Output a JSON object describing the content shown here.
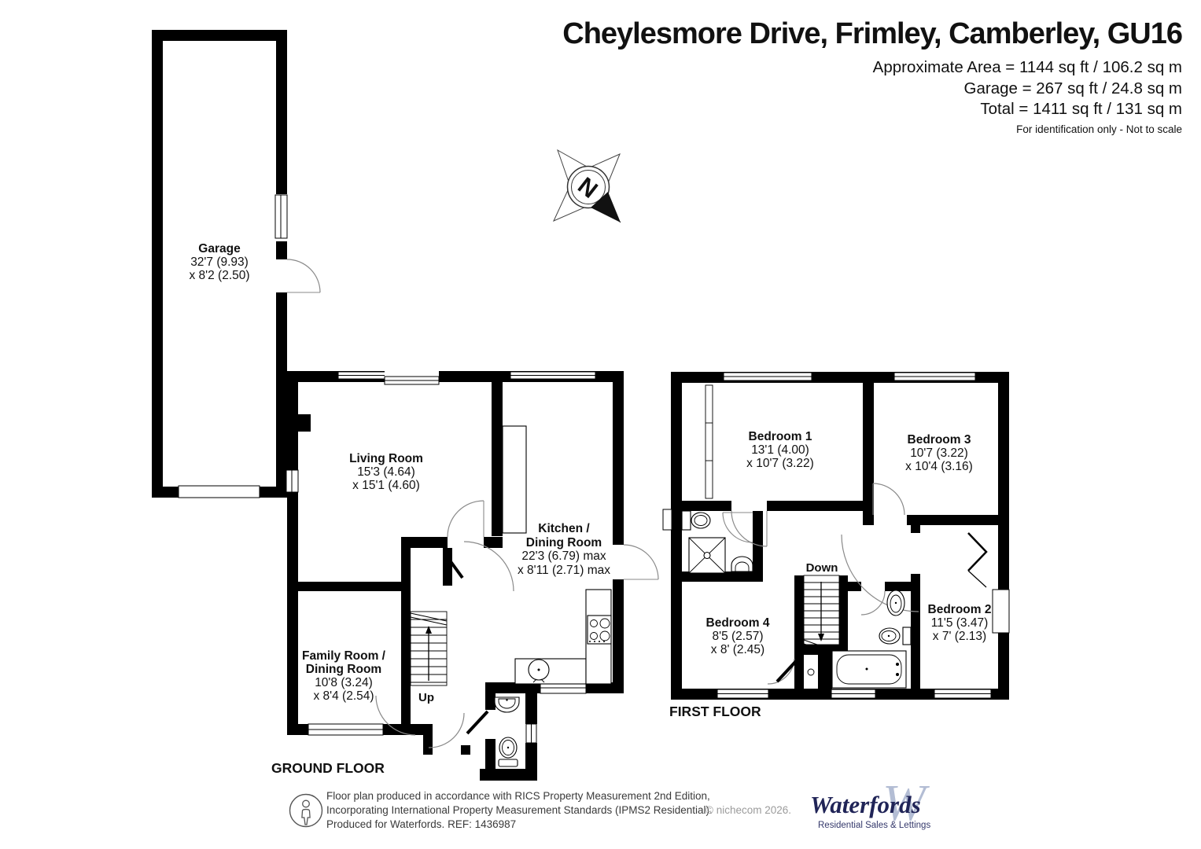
{
  "header": {
    "title": "Cheylesmore Drive, Frimley, Camberley, GU16",
    "area_line1": "Approximate Area = 1144 sq ft / 106.2 sq m",
    "area_line2": "Garage = 267 sq ft / 24.8 sq m",
    "area_line3": "Total = 1411 sq ft / 131 sq m",
    "disclaimer": "For identification only - Not to scale"
  },
  "compass": {
    "north_label": "N"
  },
  "floors": {
    "ground_label": "GROUND FLOOR",
    "first_label": "FIRST FLOOR"
  },
  "stairs": {
    "up_label": "Up",
    "down_label": "Down"
  },
  "rooms": [
    {
      "id": "garage",
      "name": "Garage",
      "dim1": "32'7 (9.93)",
      "dim2": "x 8'2 (2.50)"
    },
    {
      "id": "living",
      "name": "Living Room",
      "dim1": "15'3 (4.64)",
      "dim2": "x 15'1 (4.60)"
    },
    {
      "id": "kitchen",
      "name": "Kitchen /",
      "name2": "Dining Room",
      "dim1": "22'3 (6.79) max",
      "dim2": "x 8'11 (2.71) max"
    },
    {
      "id": "family",
      "name": "Family Room /",
      "name2": "Dining Room",
      "dim1": "10'8 (3.24)",
      "dim2": "x 8'4 (2.54)"
    },
    {
      "id": "bed1",
      "name": "Bedroom 1",
      "dim1": "13'1 (4.00)",
      "dim2": "x 10'7 (3.22)"
    },
    {
      "id": "bed3",
      "name": "Bedroom 3",
      "dim1": "10'7 (3.22)",
      "dim2": "x 10'4 (3.16)"
    },
    {
      "id": "bed4",
      "name": "Bedroom 4",
      "dim1": "8'5 (2.57)",
      "dim2": "x 8' (2.45)"
    },
    {
      "id": "bed2",
      "name": "Bedroom 2",
      "dim1": "11'5 (3.47)",
      "dim2": "x 7' (2.13)"
    }
  ],
  "footer": {
    "line1": "Floor plan produced in accordance with RICS Property Measurement 2nd Edition,",
    "line2": "Incorporating International Property Measurement Standards (IPMS2 Residential).",
    "line3": "Produced for Waterfords.   REF:  1436987",
    "copyright": "© nichecom 2026.",
    "brand": "Waterfords",
    "brand_initial": "W",
    "brand_tagline": "Residential Sales & Lettings"
  }
}
